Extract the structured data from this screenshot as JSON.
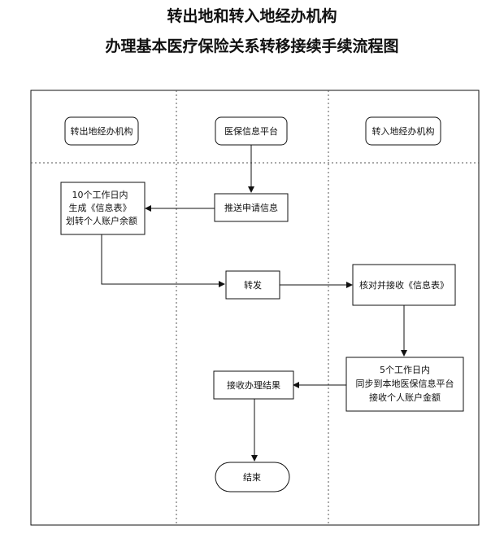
{
  "title": {
    "line1": "转出地和转入地经办机构",
    "line2": "办理基本医疗保险关系转移接续手续流程图"
  },
  "lanes": {
    "outgoing": "转出地经办机构",
    "platform": "医保信息平台",
    "incoming": "转入地经办机构"
  },
  "nodes": {
    "push_info": "推送申请信息",
    "out_process": [
      "10个工作日内",
      "生成《信息表》",
      "划转个人账户余额"
    ],
    "forward": "转发",
    "verify": "核对并接收《信息表》",
    "in_process": [
      "5个工作日内",
      "同步到本地医保信息平台",
      "接收个人账户金额"
    ],
    "receive_result": "接收办理结果",
    "end": "结束"
  }
}
